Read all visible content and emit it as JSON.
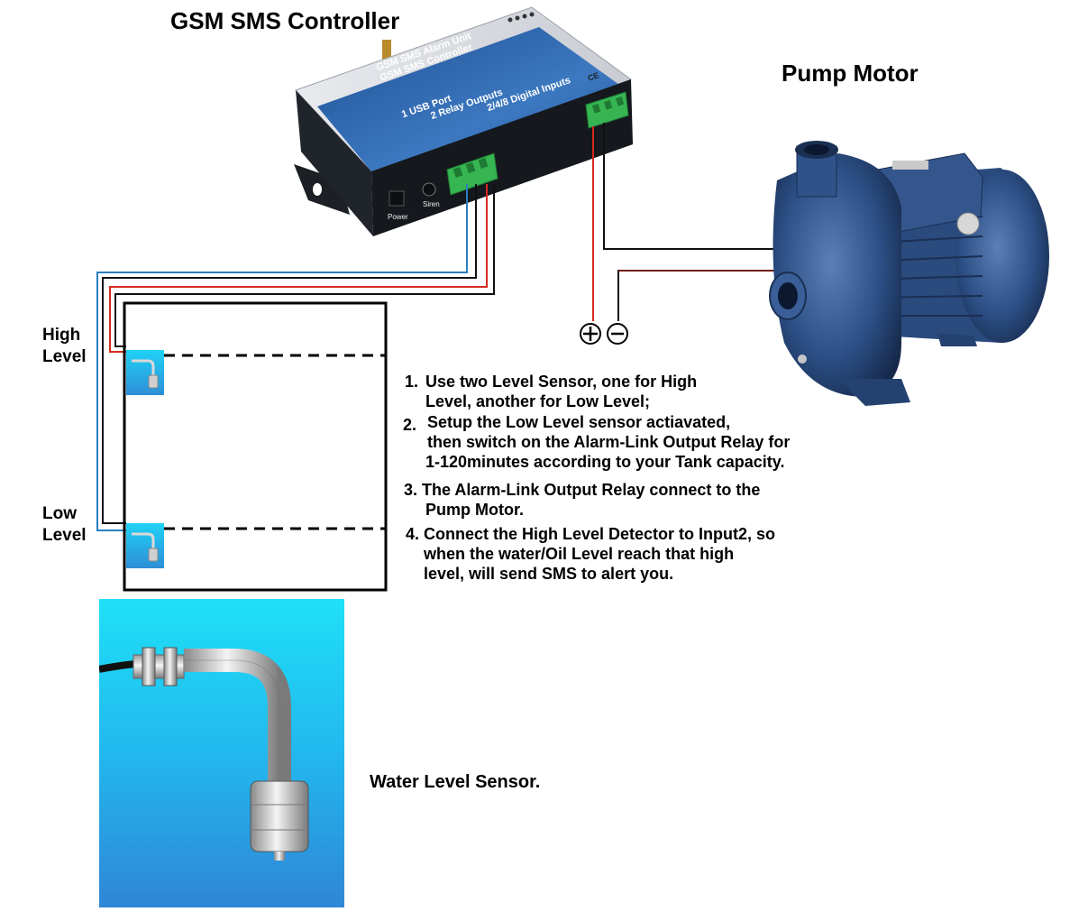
{
  "title": "GSM SMS Controller",
  "pump_title": "Pump Motor",
  "device": {
    "label_line1": "GSM SMS Alarm Unit",
    "label_line2": "GSM SMS Controller",
    "spec_line1": "1 USB Port",
    "spec_line2": "2 Relay Outputs",
    "spec_line3": "2/4/8 Digital Inputs",
    "port_power": "Power",
    "port_siren": "Siren",
    "ce_mark": "CE"
  },
  "terminals": {
    "plus": "+",
    "minus": "−"
  },
  "sensor_labels": {
    "high_line1": "High",
    "high_line2": "Level",
    "low_line1": "Low",
    "low_line2": "Level"
  },
  "instructions": {
    "n1": "1.",
    "s1_line1": "Use two Level Sensor, one for High",
    "s1_line2": "Level, another for Low Level;",
    "n2": "2.",
    "s2_line1": "Setup the Low Level sensor actiavated,",
    "s2_line2": "then switch on the Alarm-Link Output Relay for",
    "s2_line3": "1-120minutes according to your Tank capacity.",
    "s3_line1": "3. The Alarm-Link Output Relay connect to the",
    "s3_line2": "Pump Motor.",
    "s4_line1": "4. Connect the High Level Detector to Input2, so",
    "s4_line2": "when the water/Oil Level reach that high",
    "s4_line3": "level, will send SMS to alert you."
  },
  "sensor_caption": "Water Level Sensor.",
  "colors": {
    "device_blue": "#2f64a8",
    "device_dark": "#1b1f26",
    "terminal_green": "#3fbf5a",
    "sensor_cyan": "#29c4f2",
    "pump_blue": "#2c4f86",
    "wire_red": "#d42a1e",
    "wire_blue": "#2a7fc0",
    "wire_black": "#111111"
  }
}
